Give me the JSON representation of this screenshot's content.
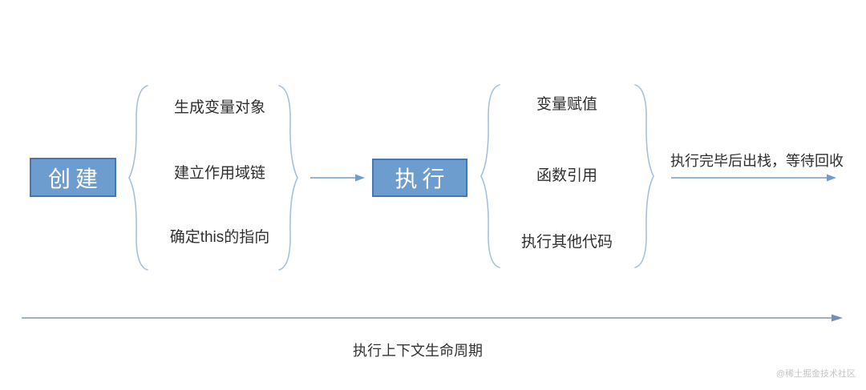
{
  "diagram": {
    "title": "执行上下文生命周期",
    "watermark": "@稀土掘金技术社区",
    "stages": [
      {
        "label": "创建",
        "items": [
          "生成变量对象",
          "建立作用域链",
          "确定this的指向"
        ]
      },
      {
        "label": "执行",
        "items": [
          "变量赋值",
          "函数引用",
          "执行其他代码"
        ]
      }
    ],
    "exit_label": "执行完毕后出栈，等待回收",
    "colors": {
      "box_fill": "#6D9CCE",
      "box_border": "#4577B6",
      "box_text": "#FFFFFF",
      "brace_stroke": "#A6C0DC",
      "flow_arrow": "#6F9DCF",
      "bottom_arrow_line": "#9BB3C9",
      "bottom_arrow_head": "#7590B8",
      "item_text": "#2F2F2F",
      "watermark_text": "#C6C6C6"
    }
  }
}
